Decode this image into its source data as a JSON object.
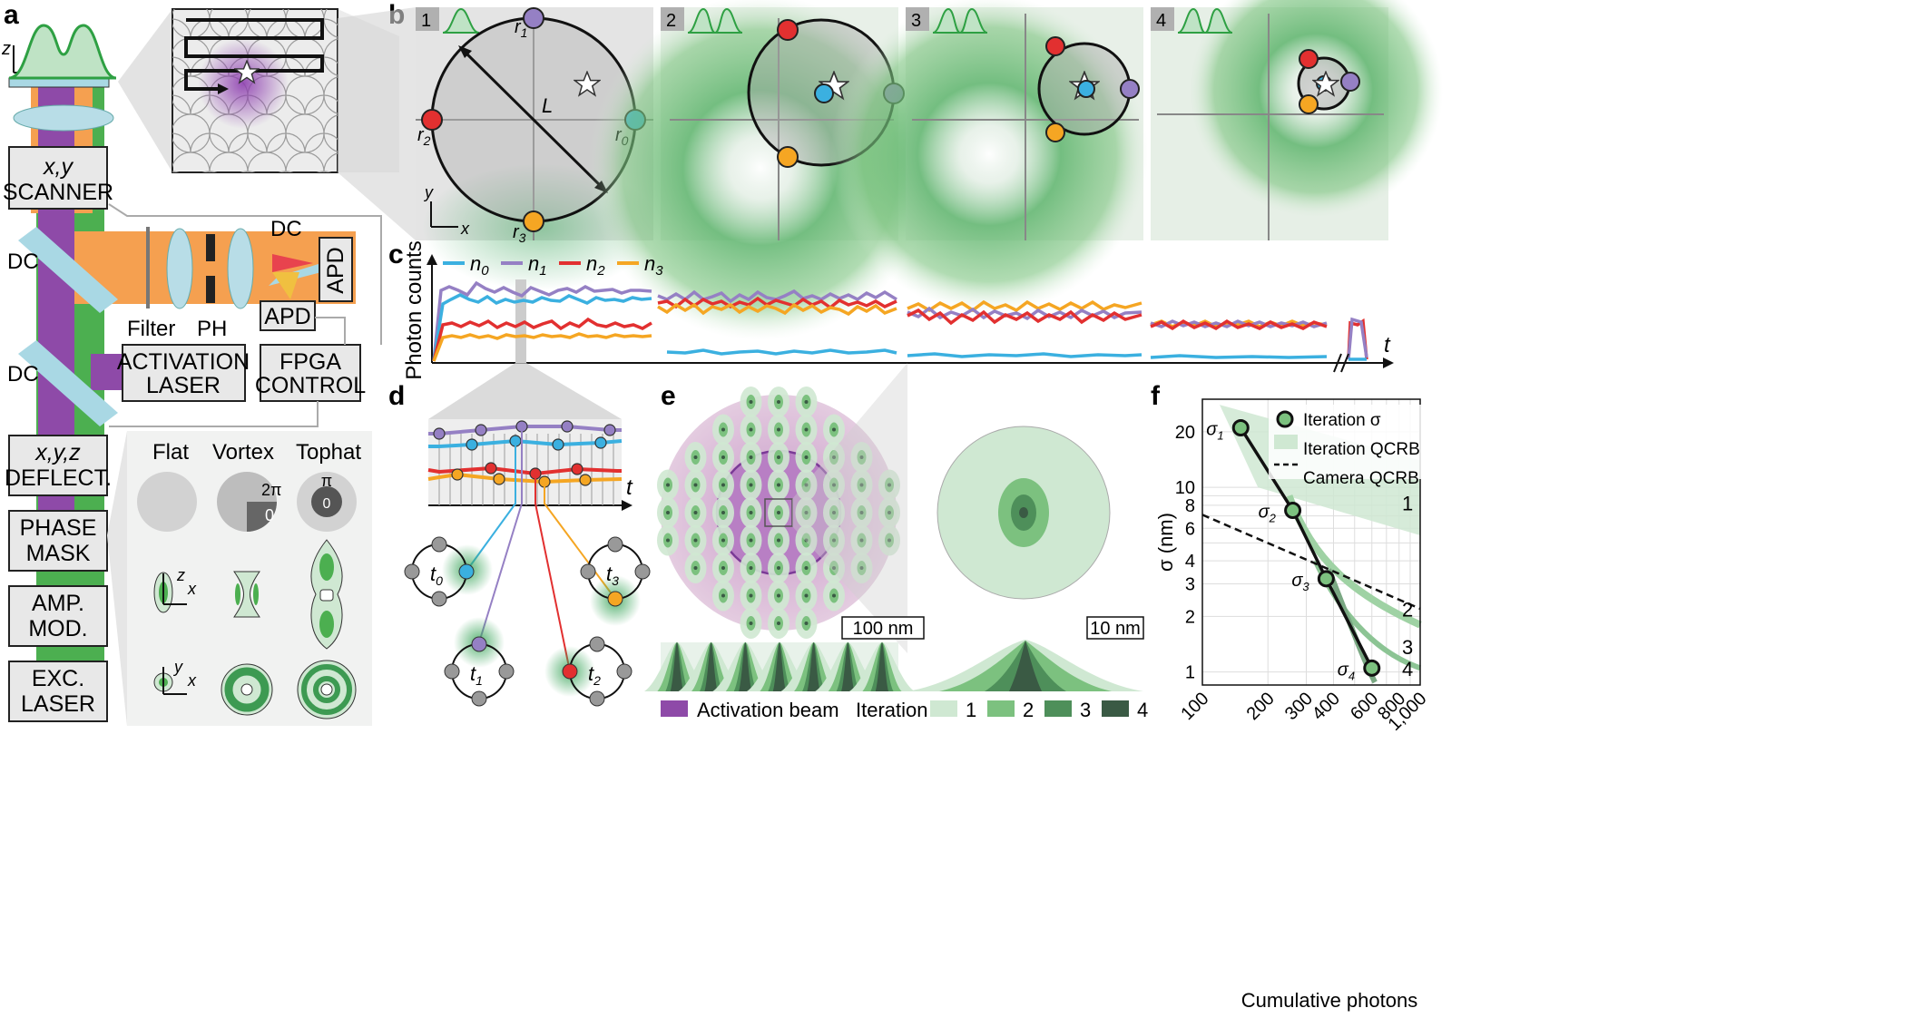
{
  "panel_labels": [
    "a",
    "b",
    "c",
    "d",
    "e",
    "f"
  ],
  "panel_a": {
    "axis_z": "z",
    "axis_x": "x",
    "axis_y": "y",
    "scanner": [
      "x,y",
      "SCANNER"
    ],
    "dc": "DC",
    "filter": "Filter",
    "ph": "PH",
    "apd": "APD",
    "activation_laser": [
      "ACTIVATION",
      "LASER"
    ],
    "fpga_control": [
      "FPGA",
      "CONTROL"
    ],
    "deflector": [
      "x,y,z",
      "DEFLECT."
    ],
    "phase_mask": [
      "PHASE",
      "MASK"
    ],
    "amp_mod": [
      "AMP.",
      "MOD."
    ],
    "exc_laser": [
      "EXC.",
      "LASER"
    ],
    "mask_types": [
      "Flat",
      "Vortex",
      "Tophat"
    ],
    "two_pi": "2π",
    "zero": "0",
    "pi": "π"
  },
  "panel_b": {
    "iterations": [
      "1",
      "2",
      "3",
      "4"
    ],
    "positions": [
      "r",
      "r",
      "r",
      "r"
    ],
    "position_subscripts": [
      "1",
      "2",
      "0",
      "3"
    ],
    "L": "L",
    "x": "x",
    "y": "y"
  },
  "panel_c": {
    "ylabel": "Photon counts",
    "xlabel": "t",
    "legend": [
      {
        "label": "n",
        "sub": "0",
        "color": "#3bb0e0"
      },
      {
        "label": "n",
        "sub": "1",
        "color": "#9580c4"
      },
      {
        "label": "n",
        "sub": "2",
        "color": "#e23030"
      },
      {
        "label": "n",
        "sub": "3",
        "color": "#f5a623"
      }
    ]
  },
  "panel_d": {
    "xlabel": "t",
    "times": [
      "t",
      "t",
      "t",
      "t"
    ],
    "time_subscripts": [
      "0",
      "3",
      "1",
      "2"
    ]
  },
  "panel_e": {
    "scalebar_left": "100 nm",
    "scalebar_right": "10 nm",
    "legend_activation": "Activation beam",
    "legend_iteration": "Iteration",
    "iteration_labels": [
      "1",
      "2",
      "3",
      "4"
    ],
    "colors": {
      "activation": "#8e4aa8",
      "it1": "#cfe8d2",
      "it2": "#7cc17f",
      "it3": "#4e8f5a",
      "it4": "#3a5a44"
    }
  },
  "chart_data": {
    "type": "line",
    "xlabel": "Cumulative photons",
    "ylabel": "σ (nm)",
    "xscale": "log",
    "yscale": "log",
    "xlim": [
      100,
      1000
    ],
    "ylim": [
      0.85,
      30
    ],
    "x_ticks": [
      "100",
      "200",
      "300",
      "400",
      "600",
      "800",
      "1,000"
    ],
    "y_ticks": [
      "1",
      "2",
      "3",
      "4",
      "6",
      "8",
      "10",
      "20"
    ],
    "legend": [
      "Iteration σ",
      "Iteration QCRB",
      "Camera QCRB"
    ],
    "band_labels": [
      "1",
      "2",
      "3",
      "4"
    ],
    "series": [
      {
        "name": "Iteration σ",
        "x": [
          150,
          260,
          370,
          600
        ],
        "y": [
          21,
          7.5,
          3.2,
          1.05
        ],
        "point_labels": [
          "σ",
          "σ",
          "σ",
          "σ"
        ],
        "point_subscripts": [
          "1",
          "2",
          "3",
          "4"
        ]
      },
      {
        "name": "Camera QCRB",
        "x": [
          100,
          1000
        ],
        "y": [
          7.1,
          2.2
        ]
      }
    ]
  }
}
